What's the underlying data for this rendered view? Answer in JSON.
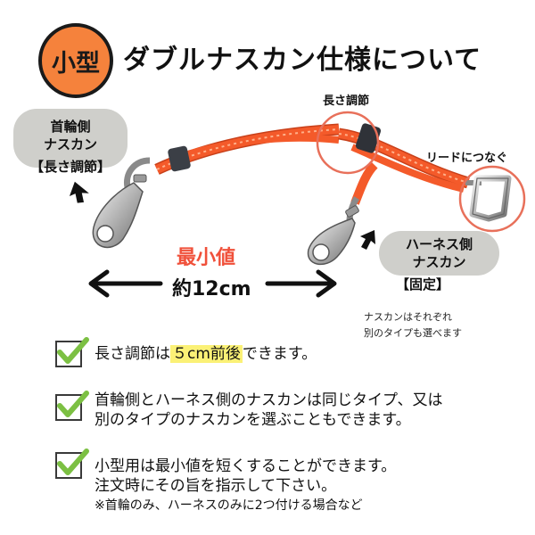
{
  "header": {
    "badge": "小型",
    "title": "ダブルナスカン仕様について"
  },
  "labels": {
    "neck_side_line1": "首輪側",
    "neck_side_line2": "ナスカン",
    "neck_side_bracket": "【長さ調節】",
    "length_adjust": "長さ調節",
    "connect_lead": "リードにつなぐ",
    "harness_side_line1": "ハーネス側",
    "harness_side_line2": "ナスカン",
    "harness_side_bracket": "【固定】",
    "min_value": "最小値",
    "approx_length": "約12cm"
  },
  "note": {
    "line1": "ナスカンはそれぞれ",
    "line2": "別のタイプも選べます"
  },
  "features": [
    {
      "before": "長さ調節は",
      "highlight": "５cm前後",
      "after": "できます。"
    },
    {
      "line1": "首輪側とハーネス側のナスカンは同じタイプ、又は",
      "line2": "別のタイプのナスカンを選ぶこともできます。"
    },
    {
      "line1": "小型用は最小値を短くすることができます。",
      "line2": "注文時にその旨を指示して下さい。",
      "line3": "※首輪のみ、ハーネスのみに2つ付ける場合など"
    }
  ],
  "colors": {
    "accent_orange": "#f5823c",
    "leash_orange": "#f45a2a",
    "min_label_red": "#f0503a",
    "circle_highlight": "#e8705a",
    "check_green": "#7cc043",
    "text_highlight": "#fbf176",
    "pill_gray": "#cfcfcb"
  }
}
